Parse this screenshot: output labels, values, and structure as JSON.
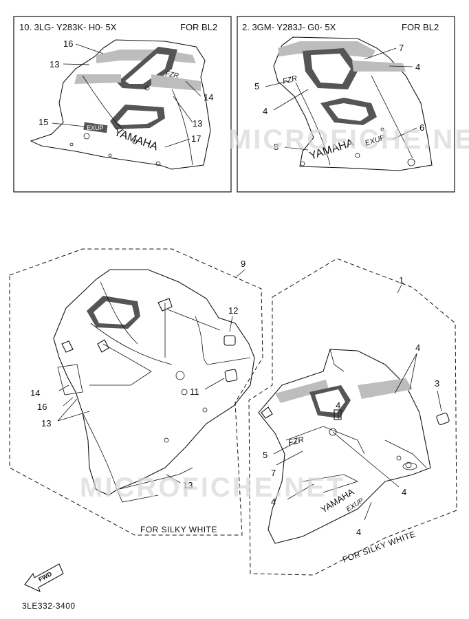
{
  "box_left": {
    "code": "10. 3LG- Y283K- H0- 5X",
    "for": "FOR BL2",
    "callouts": [
      "16",
      "13",
      "15",
      "14",
      "13",
      "17"
    ]
  },
  "box_right": {
    "code": "2. 3GM- Y283J- G0- 5X",
    "for": "FOR BL2",
    "callouts": [
      "7",
      "4",
      "5",
      "4",
      "6",
      "8"
    ]
  },
  "part_left": {
    "callouts": [
      "9",
      "12",
      "14",
      "16",
      "13",
      "11",
      "13"
    ],
    "note": "FOR SILKY WHITE"
  },
  "part_right": {
    "callouts": [
      "1",
      "4",
      "3",
      "4",
      "5",
      "7",
      "4",
      "4",
      "4"
    ],
    "note": "FOR SILKY WHITE"
  },
  "decal_text": {
    "yamaha": "YAMAHA",
    "exup": "EXUP",
    "fzr": "FZR"
  },
  "watermark": "MICROFICHE.NET",
  "fwd_label": "FWD",
  "diagram_code": "3LE332-3400"
}
